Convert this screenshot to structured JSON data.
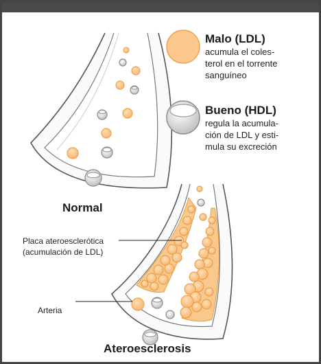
{
  "legend": {
    "ldl": {
      "title": "Malo (LDL)",
      "desc": [
        "acumula el coles-",
        "terol en el torrente",
        "sanguíneo"
      ]
    },
    "hdl": {
      "title": "Bueno (HDL)",
      "desc": [
        "regula la acumula-",
        "ción de LDL y esti-",
        "mula su excreción"
      ]
    }
  },
  "captions": {
    "normal": "Normal",
    "athero": "Ateroesclerosis"
  },
  "labels": {
    "plaque": [
      "Placa ateroesclerótica",
      "(acumulación de LDL)"
    ],
    "artery": "Arteria"
  },
  "colors": {
    "ldl_fill": "#fbc98d",
    "ldl_stroke": "#f0a14c",
    "hdl_fill": "#e6e6e6",
    "hdl_stroke": "#8a8a8a",
    "plaque": "#f5b36a",
    "topbar": "#4a4a4a"
  }
}
